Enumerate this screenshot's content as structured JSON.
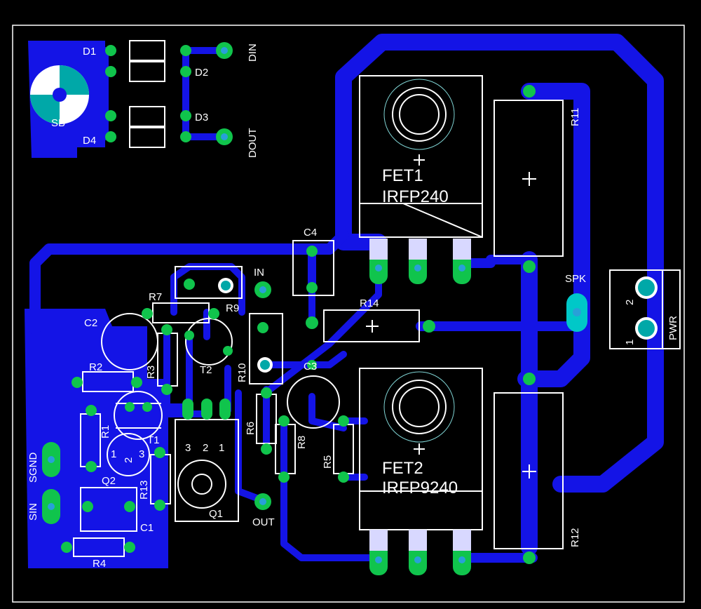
{
  "colors": {
    "background": "#000000",
    "copper": "#1414e6",
    "pad_green": "#10c44c",
    "pad_hole": "#28a0d8",
    "pad_cyan": "#00c8c8",
    "silkscreen": "#ffffff"
  },
  "labels": {
    "d1": "D1",
    "d2": "D2",
    "d3": "D3",
    "d4": "D4",
    "din": "DIN",
    "dout": "DOUT",
    "fet1_ref": "FET1",
    "fet1_part": "IRFP240",
    "fet2_ref": "FET2",
    "fet2_part": "IRFP9240",
    "r1": "R1",
    "r2": "R2",
    "r3": "R3",
    "r4": "R4",
    "r5": "R5",
    "r6": "R6",
    "r7": "R7",
    "r8": "R8",
    "r9": "R9",
    "r10": "R10",
    "r11": "R11",
    "r12": "R12",
    "r13": "R13",
    "r14": "R14",
    "c1": "C1",
    "c2": "C2",
    "c3": "C3",
    "c4": "C4",
    "t1": "T1",
    "t2": "T2",
    "q1": "Q1",
    "q2": "Q2",
    "in": "IN",
    "out": "OUT",
    "spk": "SPK",
    "pwr": "PWR",
    "sgnd": "SGND",
    "sin": "SIN",
    "sb": "SB",
    "pin1": "1",
    "pin2": "2",
    "pin3": "3"
  }
}
